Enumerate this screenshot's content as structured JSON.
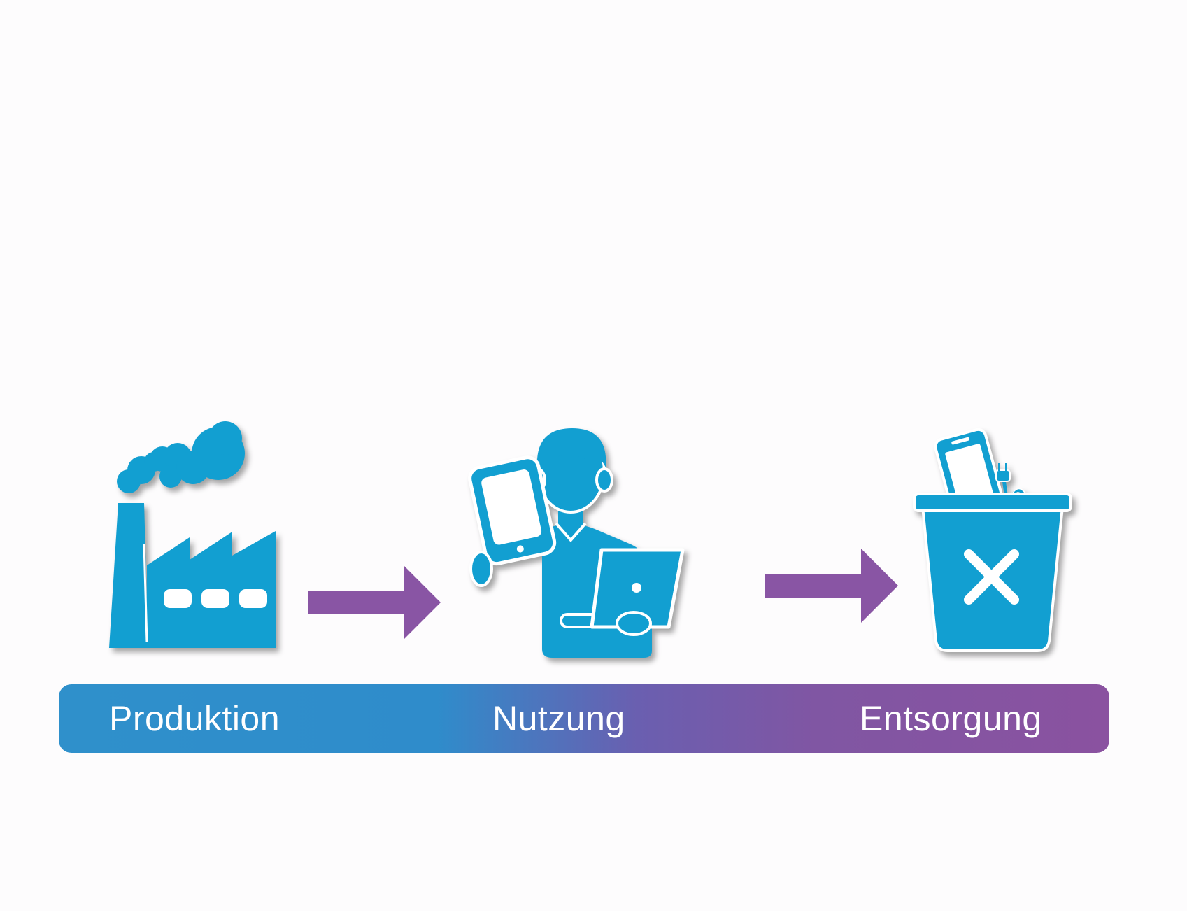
{
  "colors": {
    "icon_fill": "#129fd1",
    "arrow_fill": "#8955a4",
    "bar_start": "#2f90cb",
    "bar_end": "#8a52a0",
    "label_text": "#ffffff"
  },
  "icons": {
    "production": "factory-icon",
    "usage": "person-with-devices-icon",
    "disposal": "trash-bin-with-phone-icon"
  },
  "stages": [
    {
      "label": "Produktion"
    },
    {
      "label": "Nutzung"
    },
    {
      "label": "Entsorgung"
    }
  ]
}
